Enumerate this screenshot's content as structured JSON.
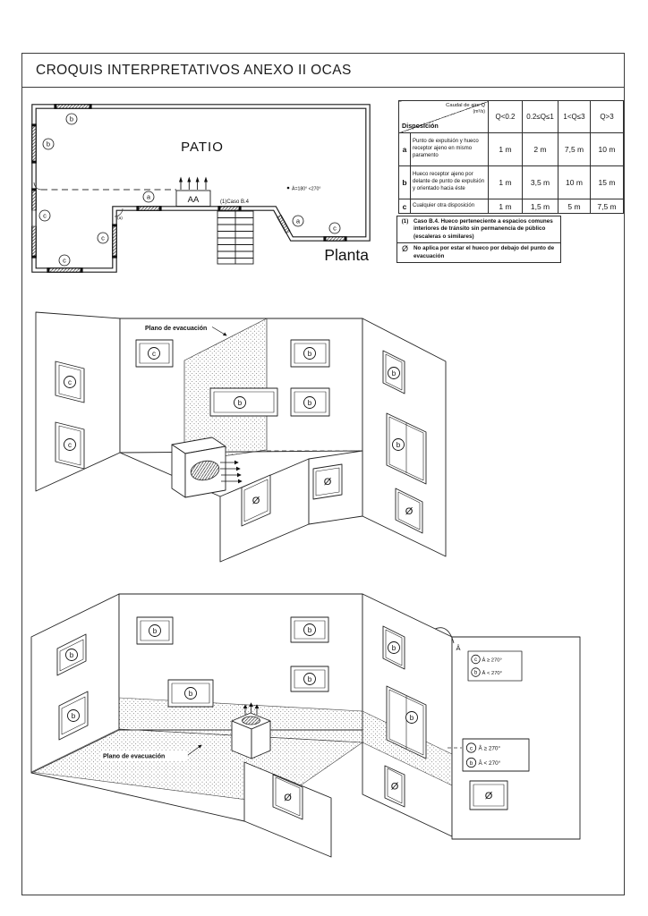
{
  "title": "CROQUIS INTERPRETATIVOS ANEXO II OCAS",
  "plan": {
    "room_label": "PATIO",
    "caption": "Planta",
    "expulsion_box": "AA",
    "caso_note": "(1)Caso B.4",
    "angle_note": "Â=180° <270°",
    "corner_note": "(a)",
    "openings": {
      "top": "b",
      "left_upper": "b",
      "left_lower": "c",
      "ext_right": "c",
      "ext_bottom": "c",
      "inner": "a",
      "diagonal": "a",
      "bottom_right": "c"
    }
  },
  "table": {
    "header": {
      "top": "Caudal de aire Q",
      "unit": "(m³/s)",
      "bottom": "Disposición"
    },
    "columns": [
      "Q<0.2",
      "0.2≤Q≤1",
      "1<Q≤3",
      "Q>3"
    ],
    "rows": [
      {
        "key": "a",
        "desc": "Punto de expulsión y hueco receptor ajeno en mismo paramento",
        "values": [
          "1 m",
          "2 m",
          "7,5 m",
          "10 m"
        ]
      },
      {
        "key": "b",
        "desc": "Hueco receptor ajeno por delante de punto de expulsión y orientado hacia éste",
        "values": [
          "1 m",
          "3,5 m",
          "10 m",
          "15 m"
        ]
      },
      {
        "key": "c",
        "desc": "Cualquier otra disposición",
        "values": [
          "1 m",
          "1,5 m",
          "5 m",
          "7,5 m"
        ]
      }
    ]
  },
  "notes": [
    {
      "key": "(1)",
      "text": "Caso B.4. Hueco perteneciente a espacios comunes interiores de tránsito sin permanencia de público (escaleras o similares)"
    },
    {
      "key": "Ø",
      "text": "No aplica por estar el hueco por debajo del punto de evacuación"
    }
  ],
  "diagram1": {
    "plane_label": "Plano de evacuación",
    "labels": {
      "c1": "c",
      "c2": "c",
      "c3": "c",
      "b1": "b",
      "b2": "b",
      "b3": "b",
      "b4": "b",
      "b5": "b",
      "no1": "Ø",
      "no2": "Ø",
      "no3": "Ø"
    }
  },
  "diagram2": {
    "plane_label": "Plano de evacuación",
    "angle_label": "Â",
    "labels": {
      "b1": "b",
      "b2": "b",
      "b3": "b",
      "b4": "b",
      "b5": "b",
      "b6": "b",
      "b7": "b",
      "b8": "b",
      "no1": "Ø",
      "no2": "Ø",
      "no3": "Ø"
    },
    "legend": {
      "row1_letter": "c",
      "row1_text": "Â ≥ 270°",
      "row2_letter": "b",
      "row2_text": "Â < 270°"
    }
  }
}
